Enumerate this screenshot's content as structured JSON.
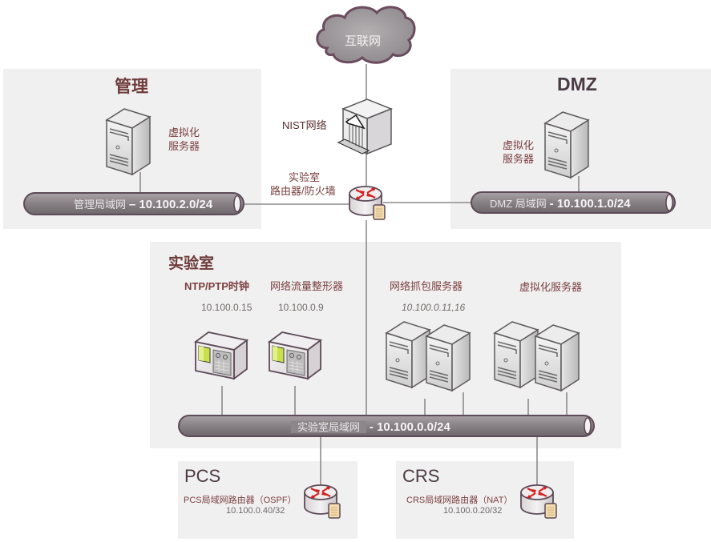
{
  "internet": {
    "label": "互联网"
  },
  "nist": {
    "label": "NIST网络"
  },
  "lab_router": {
    "label_line1": "实验室",
    "label_line2": "路由器/防火墙"
  },
  "zones": {
    "management": {
      "title": "管理",
      "server_label_line1": "虚拟化",
      "server_label_line2": "服务器",
      "lan_name": "管理局域网",
      "lan_subnet": "– 10.100.2.0/24"
    },
    "dmz": {
      "title": "DMZ",
      "server_label_line1": "虚拟化",
      "server_label_line2": "服务器",
      "lan_name": "DMZ 局域网",
      "lan_subnet": "- 10.100.1.0/24"
    },
    "lab": {
      "title": "实验室",
      "lan_name": "实验室局域网",
      "lan_subnet": "- 10.100.0.0/24",
      "devices": [
        {
          "name": "NTP/PTP时钟",
          "ip": "10.100.0.15",
          "type": "appliance"
        },
        {
          "name": "网络流量整形器",
          "ip": "10.100.0.9",
          "type": "appliance"
        },
        {
          "name": "网络抓包服务器",
          "ip": "10.100.0.11,16",
          "type": "server-pair"
        },
        {
          "name": "虚拟化服务器",
          "ip": "",
          "type": "server-pair"
        }
      ]
    },
    "pcs": {
      "title": "PCS",
      "router_label": "PCS局域网路由器（OSPF）",
      "router_ip": "10.100.0.40/32"
    },
    "crs": {
      "title": "CRS",
      "router_label": "CRS局域网路由器（NAT）",
      "router_ip": "10.100.0.20/32"
    }
  },
  "colors": {
    "zone_bg": "#f1f0f0",
    "title_color": "#6e3a3a",
    "label_red": "#7a4040",
    "pipe_fill": "#8a8387",
    "pipe_border": "#5e4a58",
    "arrow_red": "#d42020",
    "line_gray": "#8e8a8c"
  }
}
